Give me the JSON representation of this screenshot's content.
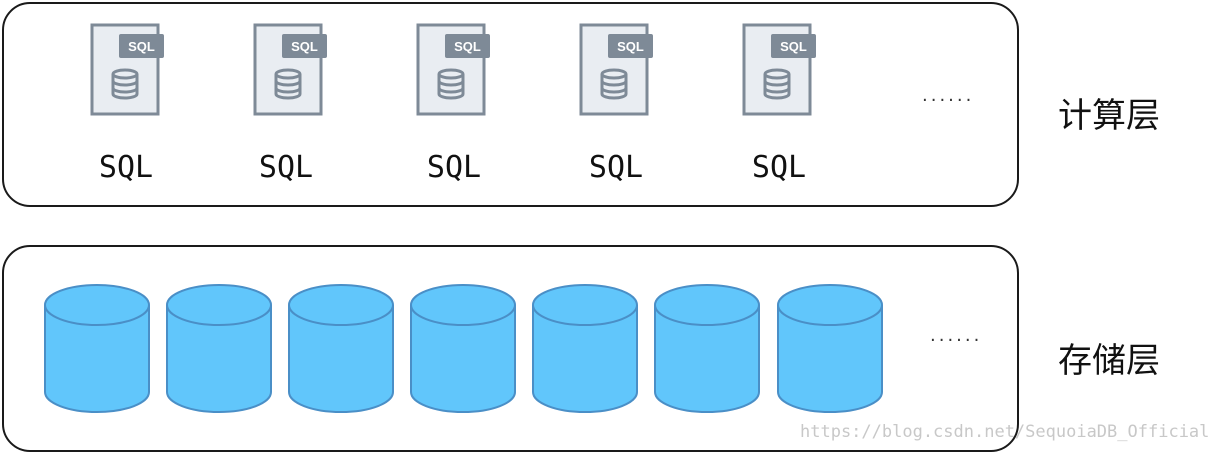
{
  "compute_layer": {
    "label": "计算层",
    "more": "······",
    "nodes": [
      {
        "badge": "SQL",
        "label": "SQL"
      },
      {
        "badge": "SQL",
        "label": "SQL"
      },
      {
        "badge": "SQL",
        "label": "SQL"
      },
      {
        "badge": "SQL",
        "label": "SQL"
      },
      {
        "badge": "SQL",
        "label": "SQL"
      }
    ]
  },
  "storage_layer": {
    "label": "存储层",
    "more": "······",
    "node_count": 7
  },
  "colors": {
    "cylinder_fill": "#61c6fb",
    "cylinder_stroke": "#4a8fc7",
    "doc_fill": "#e9edf2",
    "doc_stroke": "#7e8a97",
    "badge_fill": "#7e8a97"
  },
  "watermark": "https://blog.csdn.net/SequoiaDB_Official"
}
